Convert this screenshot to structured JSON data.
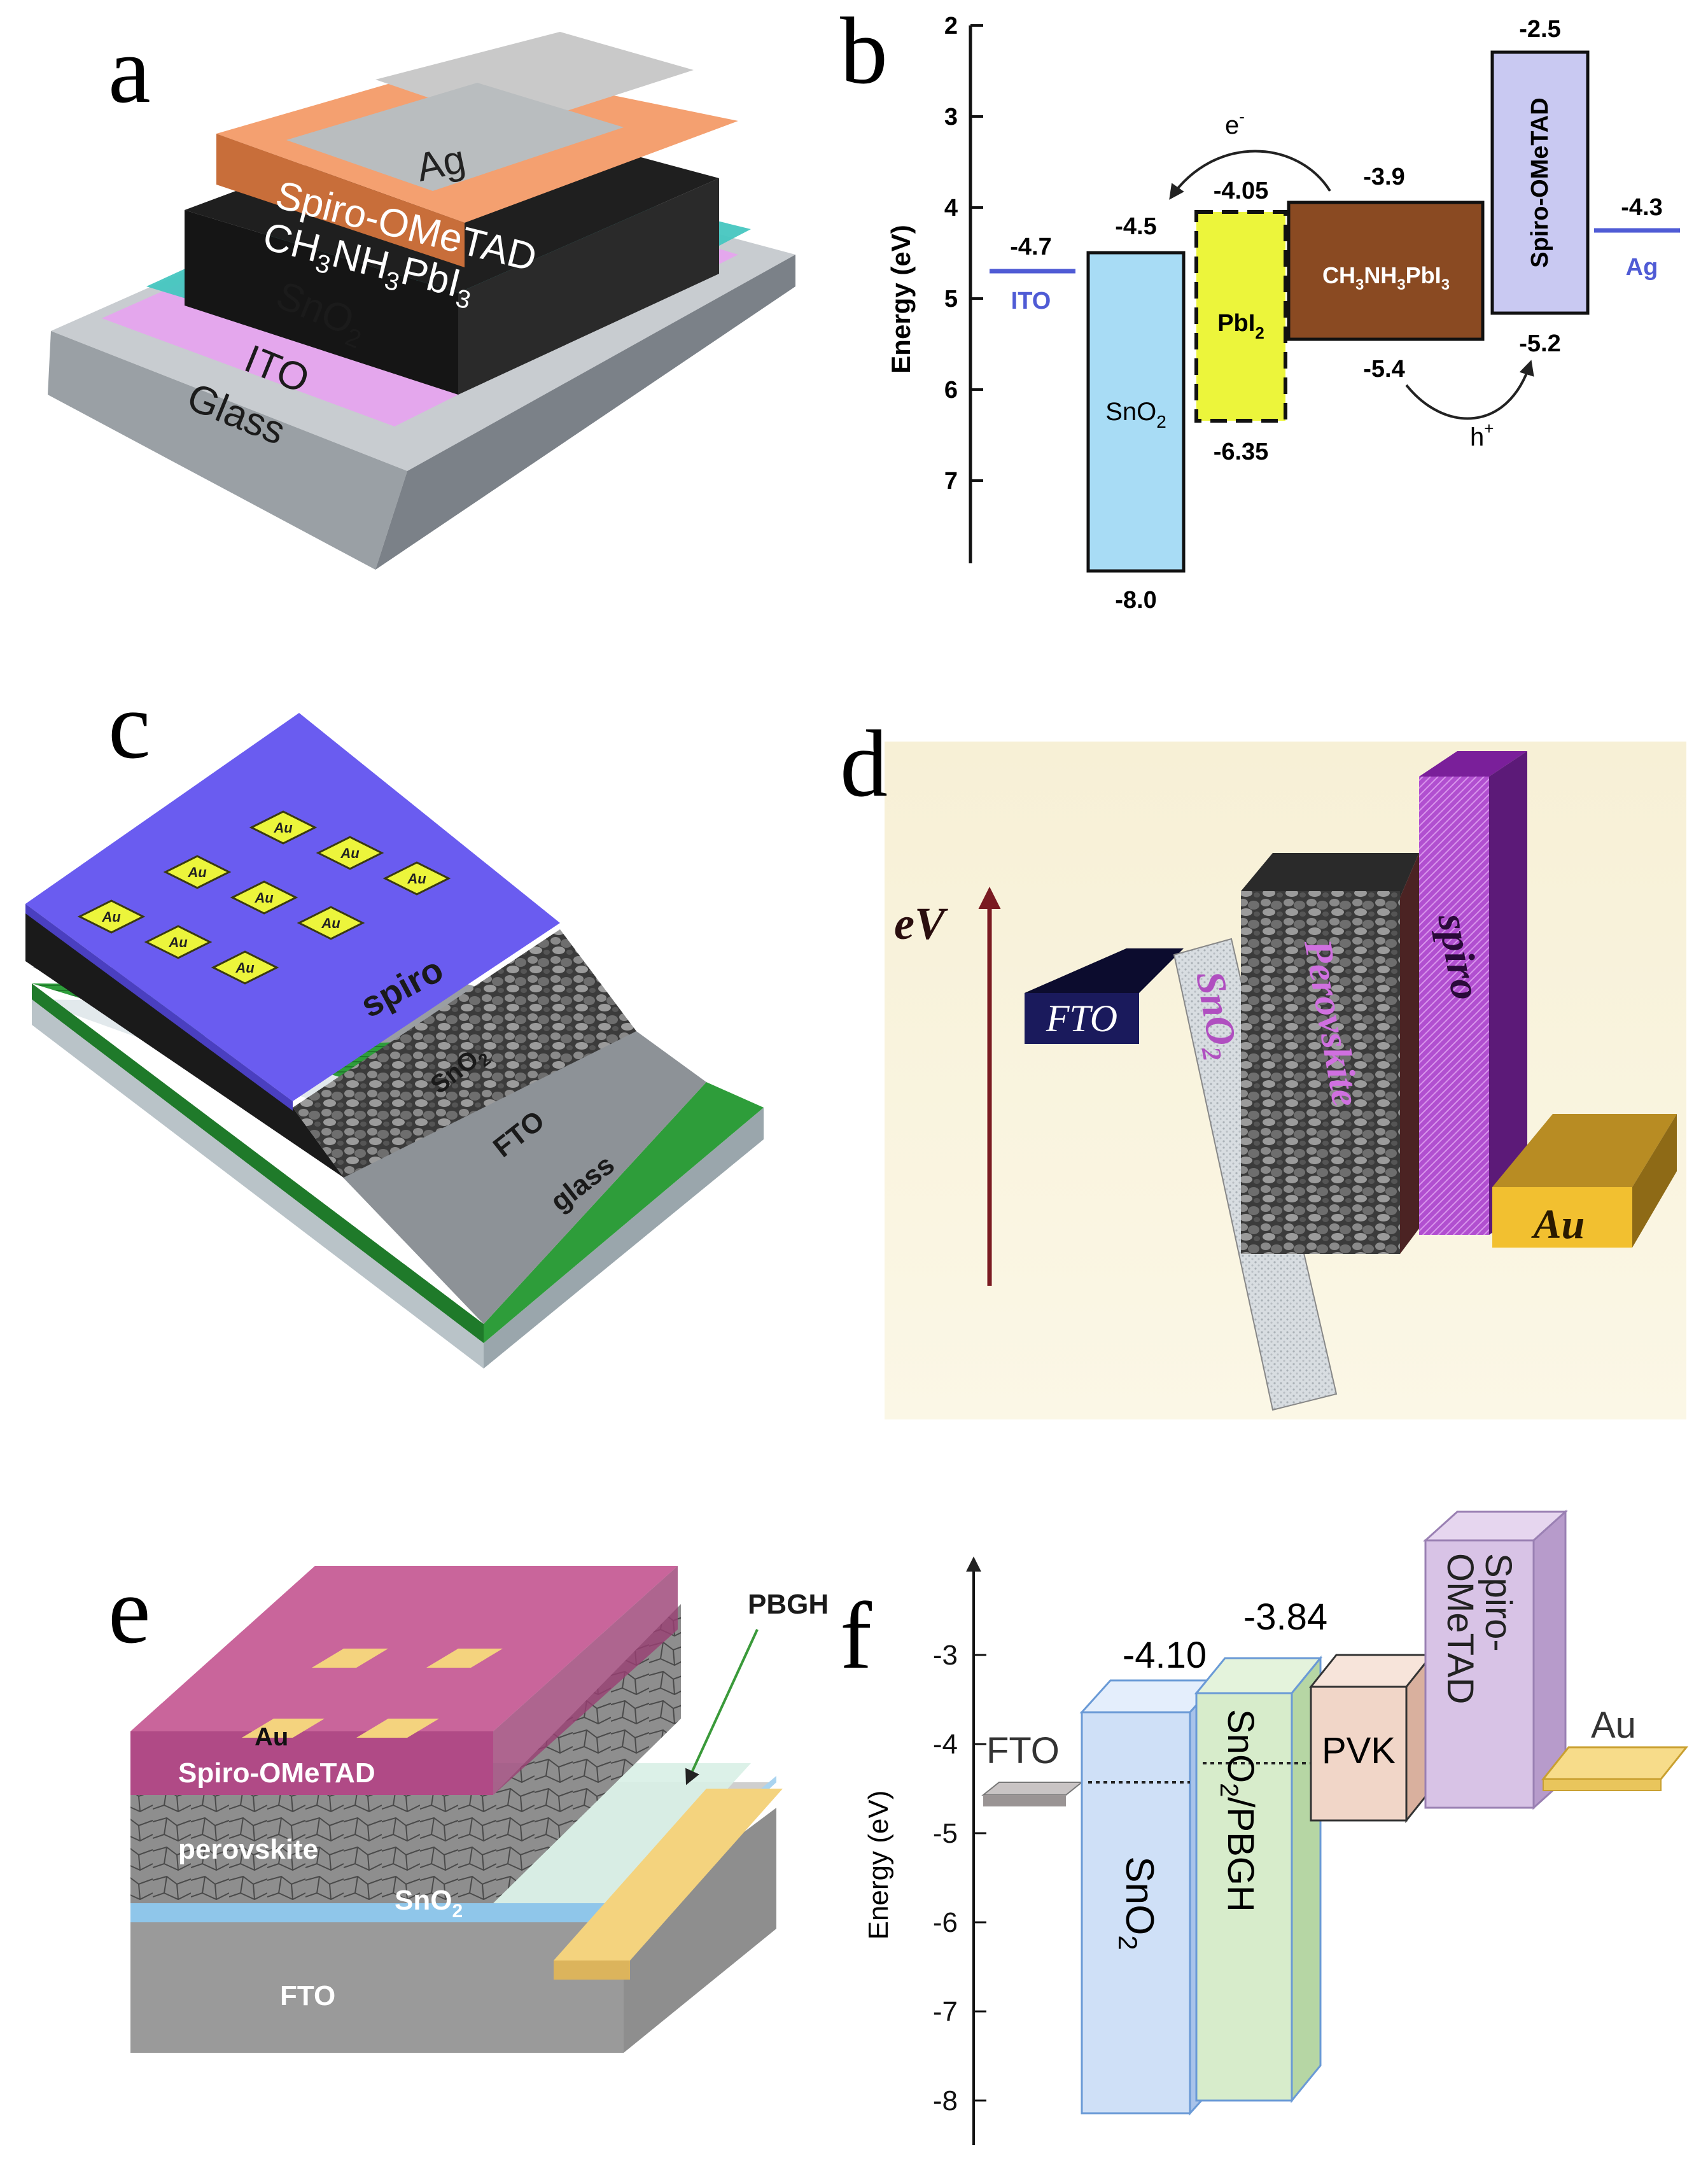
{
  "panels": {
    "a": {
      "letter": "a",
      "layers": [
        "Ag",
        "Spiro-OMeTAD",
        "CH",
        "3",
        "NH",
        "3",
        "PbI",
        "3",
        "SnO",
        "2",
        "ITO",
        "Glass"
      ]
    },
    "b": {
      "letter": "b",
      "ylabel": "Energy (eV)",
      "ticks": [
        "2",
        "3",
        "4",
        "5",
        "6",
        "7"
      ],
      "materials": {
        "ito": "ITO",
        "sno2_main": "SnO",
        "sno2_sub": "2",
        "pbi2_main": "PbI",
        "pbi2_sub": "2",
        "pvk_a": "CH",
        "pvk_b": "3",
        "pvk_c": "NH",
        "pvk_d": "3",
        "pvk_e": "PbI",
        "pvk_f": "3",
        "spiro": "Spiro-OMeTAD",
        "ag": "Ag"
      },
      "levels": {
        "ito": "-4.7",
        "sno2_cb": "-4.5",
        "sno2_vb": "-8.0",
        "pbi2_cb": "-4.05",
        "pbi2_vb": "-6.35",
        "pvk_cb": "-3.9",
        "pvk_vb": "-5.4",
        "spiro_lumo": "-2.5",
        "spiro_homo": "-5.2",
        "ag": "-4.3"
      },
      "carriers": {
        "electron": "e",
        "electron_sup": "-",
        "hole": "h",
        "hole_sup": "+"
      },
      "colors": {
        "ito": "#4f5bd5",
        "sno2": "#a8dcf5",
        "pbi2": "#ecf53b",
        "pvk": "#8a4a22",
        "spiro": "#c9c9f2",
        "ag": "#4f5bd5"
      }
    },
    "c": {
      "letter": "c",
      "contact": "Au",
      "layers": {
        "spiro": "spiro",
        "sno2_main": "SnO",
        "sno2_sub": "2",
        "fto": "FTO",
        "glass": "glass"
      }
    },
    "d": {
      "letter": "d",
      "axis": "eV",
      "blocks": {
        "fto": "FTO",
        "sno2_main": "SnO",
        "sno2_sub": "2",
        "pvk": "Perovskite",
        "spiro": "spiro",
        "au": "Au"
      }
    },
    "e": {
      "letter": "e",
      "callout": "PBGH",
      "layers": {
        "au": "Au",
        "spiro": "Spiro-OMeTAD",
        "pvk": "perovskite",
        "sno2_main": "SnO",
        "sno2_sub": "2",
        "fto": "FTO"
      }
    },
    "f": {
      "letter": "f",
      "ylabel": "Energy (eV)",
      "ticks": [
        "-3",
        "-4",
        "-5",
        "-6",
        "-7",
        "-8"
      ],
      "materials": {
        "fto": "FTO",
        "sno2_main": "SnO",
        "sno2_sub": "2",
        "pbgh_a": "SnO",
        "pbgh_b": "2",
        "pbgh_c": "/PBGH",
        "pvk": "PVK",
        "spiro_1": "Spiro-",
        "spiro_2": "OMeTAD",
        "au": "Au"
      },
      "levels": {
        "sno2_cb": "-4.10",
        "pvk_cb": "-3.84"
      },
      "colors": {
        "sno2": "#cfe0f7",
        "pbgh": "#d7eccb",
        "pvk": "#f1d6c8",
        "spiro": "#d8c3e6",
        "au": "#f7dc8a"
      }
    }
  }
}
